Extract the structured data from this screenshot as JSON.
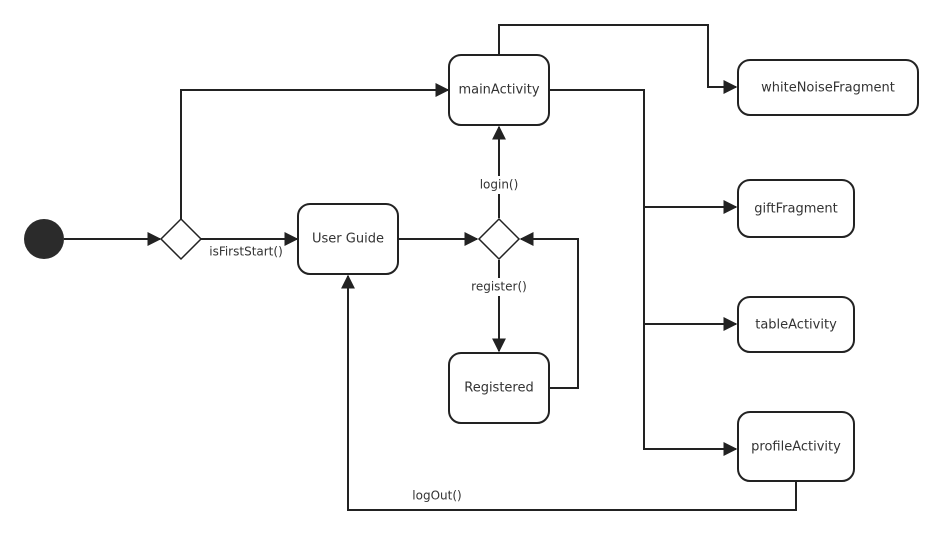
{
  "nodes": {
    "main_activity": "mainActivity",
    "user_guide": "User Guide",
    "registered": "Registered",
    "white_noise_fragment": "whiteNoiseFragment",
    "gift_fragment": "giftFragment",
    "table_activity": "tableActivity",
    "profile_activity": "profileActivity"
  },
  "edges": {
    "is_first_start": "isFirstStart()",
    "login": "login()",
    "register": "register()",
    "log_out": "logOut()"
  },
  "colors": {
    "stroke": "#222222",
    "start": "#2b2b2b",
    "text": "#333333",
    "background": "#ffffff"
  }
}
